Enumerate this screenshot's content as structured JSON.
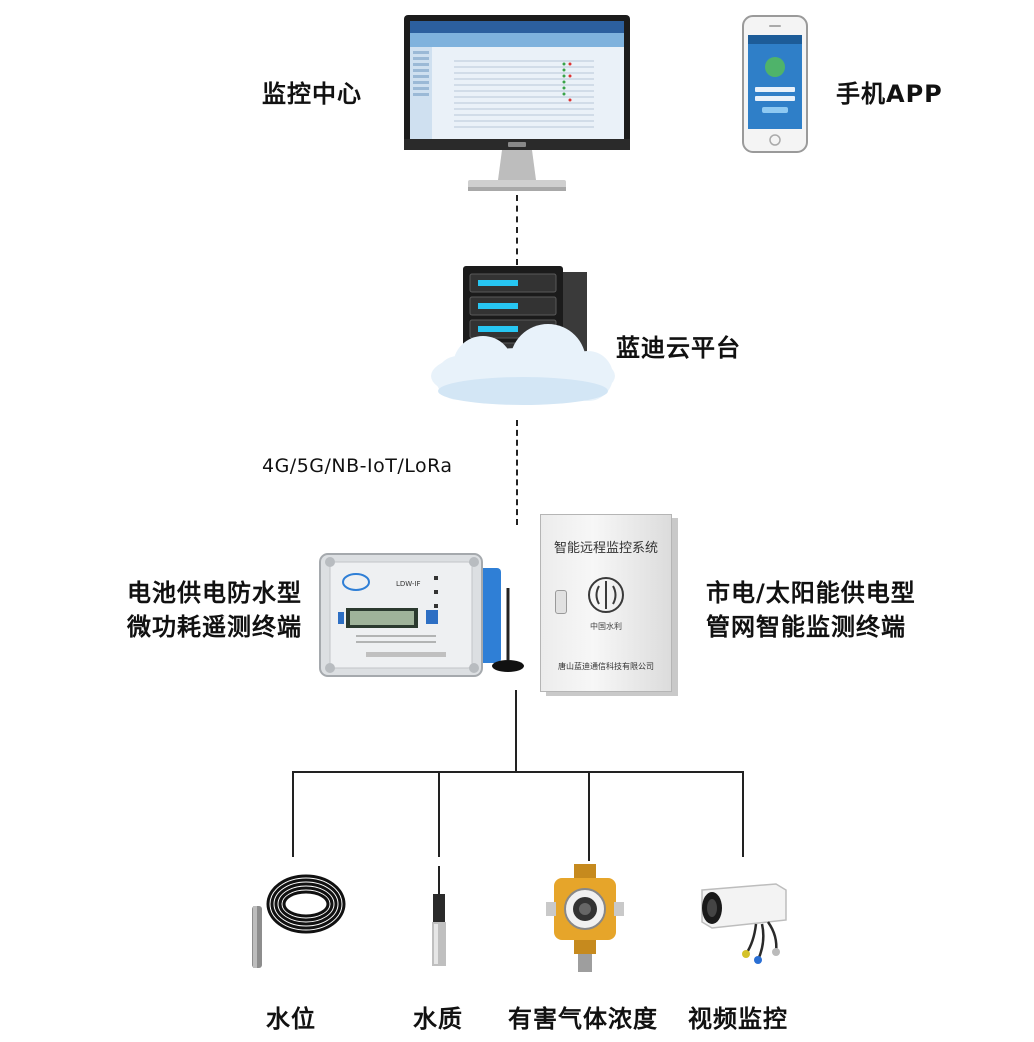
{
  "nodes": {
    "monitor_center": "监控中心",
    "mobile_app": "手机APP",
    "cloud": "蓝迪云平台",
    "protocol": "4G/5G/NB-IoT/LoRa",
    "battery_terminal": [
      "电池供电防水型",
      "微功耗遥测终端"
    ],
    "mains_terminal": [
      "市电/太阳能供电型",
      "管网智能监测终端"
    ]
  },
  "sensors": [
    "水位",
    "水质",
    "有害气体浓度",
    "视频监控"
  ],
  "cabinet": {
    "title": "智能远程监控系统",
    "brand": "中国水利",
    "company": "唐山蓝迪通信科技有限公司"
  },
  "rtu_device": {
    "model": "LDW-IF"
  }
}
